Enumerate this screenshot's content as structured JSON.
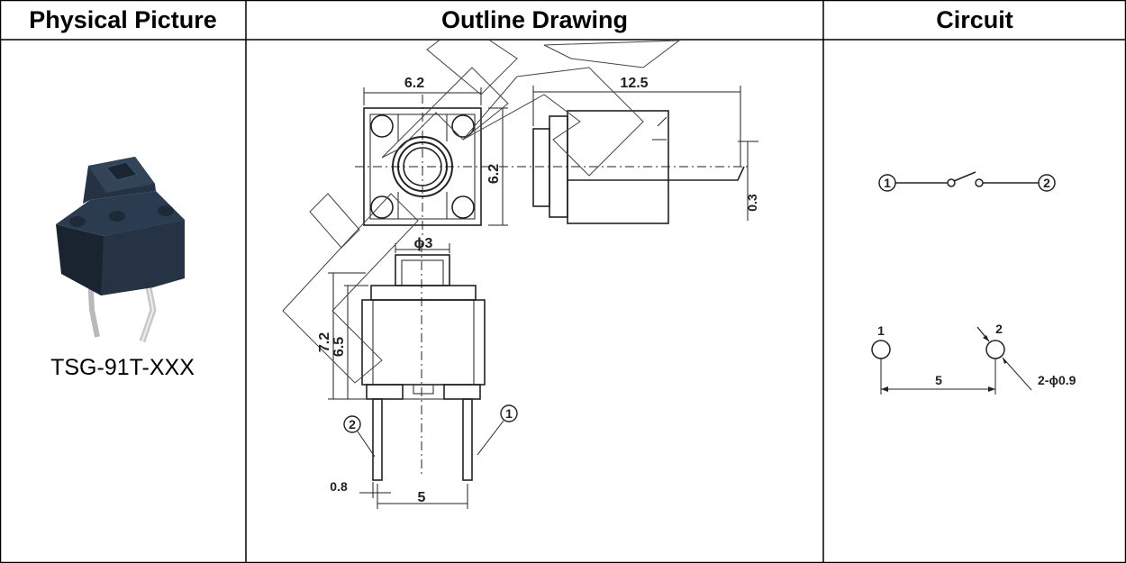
{
  "header": {
    "physical_picture": "Physical Picture",
    "outline_drawing": "Outline Drawing",
    "circuit": "Circuit"
  },
  "product": {
    "model": "TSG-91T-XXX"
  },
  "outline": {
    "width": "6.2",
    "side_length": "12.5",
    "height_top": "6.2",
    "lead_thickness": "0.3",
    "actuator_dia": "ϕ3",
    "total_height": "7.2",
    "body_height": "6.5",
    "pin_width": "0.8",
    "pin_pitch": "5",
    "pin1": "1",
    "pin2": "2"
  },
  "circuit": {
    "terminal1": "1",
    "terminal2": "2",
    "pad1_label": "1",
    "pad2_label": "2",
    "pitch": "5",
    "hole_spec": "2-ϕ0.9"
  },
  "colors": {
    "grid": "#000000",
    "component_body": "#1f2a36",
    "watermark": "#000000"
  }
}
